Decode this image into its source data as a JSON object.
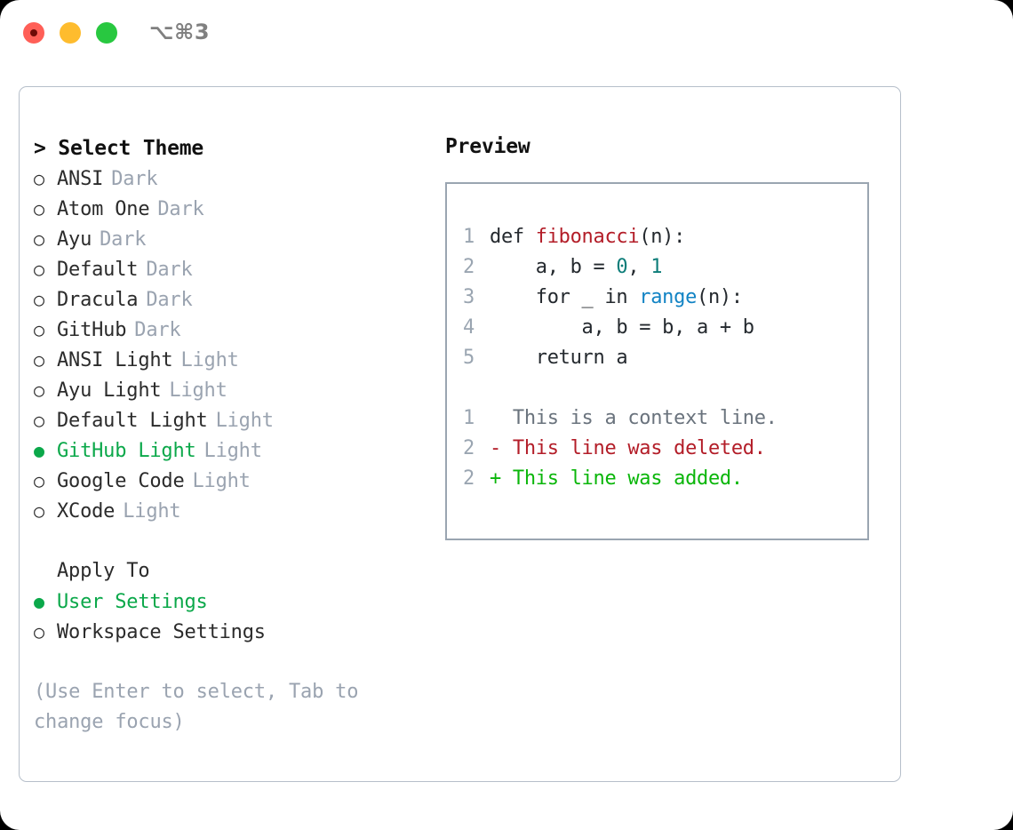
{
  "window": {
    "traffic_lights": [
      {
        "name": "close",
        "color": "#ff5f57"
      },
      {
        "name": "minimize",
        "color": "#febc2e"
      },
      {
        "name": "zoom",
        "color": "#28c840"
      }
    ],
    "shortcut_label": "⌥⌘3"
  },
  "theme_picker": {
    "header": "> Select Theme",
    "selected_color": "#0ba84a",
    "tag_color": "#9aa3b0",
    "options": [
      {
        "bullet": "○",
        "label": "ANSI",
        "tag": "Dark",
        "selected": false
      },
      {
        "bullet": "○",
        "label": "Atom One",
        "tag": "Dark",
        "selected": false
      },
      {
        "bullet": "○",
        "label": "Ayu",
        "tag": "Dark",
        "selected": false
      },
      {
        "bullet": "○",
        "label": "Default",
        "tag": "Dark",
        "selected": false
      },
      {
        "bullet": "○",
        "label": "Dracula",
        "tag": "Dark",
        "selected": false
      },
      {
        "bullet": "○",
        "label": "GitHub",
        "tag": "Dark",
        "selected": false
      },
      {
        "bullet": "○",
        "label": "ANSI Light",
        "tag": "Light",
        "selected": false
      },
      {
        "bullet": "○",
        "label": "Ayu Light",
        "tag": "Light",
        "selected": false
      },
      {
        "bullet": "○",
        "label": "Default Light",
        "tag": "Light",
        "selected": false
      },
      {
        "bullet": "●",
        "label": "GitHub Light",
        "tag": "Light",
        "selected": true
      },
      {
        "bullet": "○",
        "label": "Google Code",
        "tag": "Light",
        "selected": false
      },
      {
        "bullet": "○",
        "label": "XCode",
        "tag": "Light",
        "selected": false
      }
    ]
  },
  "apply_to": {
    "title": "Apply To",
    "options": [
      {
        "bullet": "●",
        "label": "User Settings",
        "selected": true
      },
      {
        "bullet": "○",
        "label": "Workspace Settings",
        "selected": false
      }
    ]
  },
  "hint": "(Use Enter to select, Tab to change focus)",
  "preview": {
    "title": "Preview",
    "code_lines": [
      {
        "number": "1",
        "tokens": [
          {
            "text": "def ",
            "type": "plain"
          },
          {
            "text": "fibonacci",
            "type": "fn"
          },
          {
            "text": "(n):",
            "type": "plain"
          }
        ]
      },
      {
        "number": "2",
        "tokens": [
          {
            "text": "    a, b = ",
            "type": "plain"
          },
          {
            "text": "0",
            "type": "num"
          },
          {
            "text": ", ",
            "type": "plain"
          },
          {
            "text": "1",
            "type": "num"
          }
        ]
      },
      {
        "number": "3",
        "tokens": [
          {
            "text": "    for _ in ",
            "type": "plain"
          },
          {
            "text": "range",
            "type": "call"
          },
          {
            "text": "(n):",
            "type": "plain"
          }
        ]
      },
      {
        "number": "4",
        "tokens": [
          {
            "text": "        a, b = b, a + b",
            "type": "plain"
          }
        ]
      },
      {
        "number": "5",
        "tokens": [
          {
            "text": "    return a",
            "type": "plain"
          }
        ]
      }
    ],
    "diff_lines": [
      {
        "number": "1",
        "text": "  This is a context line.",
        "type": "ctx"
      },
      {
        "number": "2",
        "text": "- This line was deleted.",
        "type": "del"
      },
      {
        "number": "2",
        "text": "+ This line was added.",
        "type": "add"
      }
    ]
  }
}
